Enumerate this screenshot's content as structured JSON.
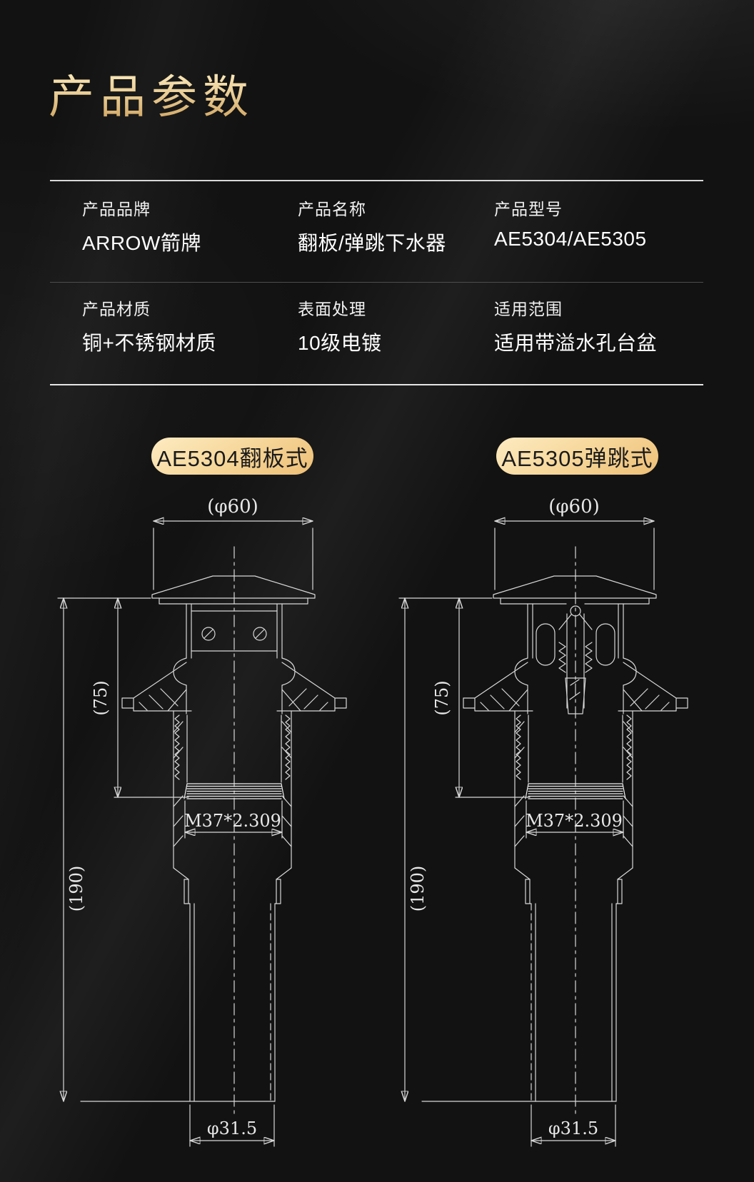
{
  "title": "产品参数",
  "colors": {
    "background": "#121212",
    "title_gold_light": "#f8e5b6",
    "title_gold_dark": "#cfa45f",
    "badge_gradient_from": "#fdebc2",
    "badge_gradient_to": "#edbf76",
    "separator_bright": "#d9d9d9",
    "separator_dim": "#4d4d4d",
    "drawing_stroke": "#d8d8d8",
    "text_white": "#ffffff"
  },
  "spec": {
    "rows": [
      [
        {
          "label": "产品品牌",
          "value": "ARROW箭牌"
        },
        {
          "label": "产品名称",
          "value": "翻板/弹跳下水器"
        },
        {
          "label": "产品型号",
          "value": "AE5304/AE5305"
        }
      ],
      [
        {
          "label": "产品材质",
          "value": "铜+不锈钢材质"
        },
        {
          "label": "表面处理",
          "value": "10级电镀"
        },
        {
          "label": "适用范围",
          "value": "适用带溢水孔台盆"
        }
      ]
    ]
  },
  "diagrams": [
    {
      "badge": "AE5304翻板式",
      "style": "flip-plate cross-section",
      "dims": {
        "diameter": "(φ60)",
        "upper_height": "(75)",
        "total_height": "(190)",
        "thread": "M37*2.309",
        "outlet": "φ31.5"
      }
    },
    {
      "badge": "AE5305弹跳式",
      "style": "pop-up cross-section",
      "dims": {
        "diameter": "(φ60)",
        "upper_height": "(75)",
        "total_height": "(190)",
        "thread": "M37*2.309",
        "outlet": "φ31.5"
      }
    }
  ]
}
